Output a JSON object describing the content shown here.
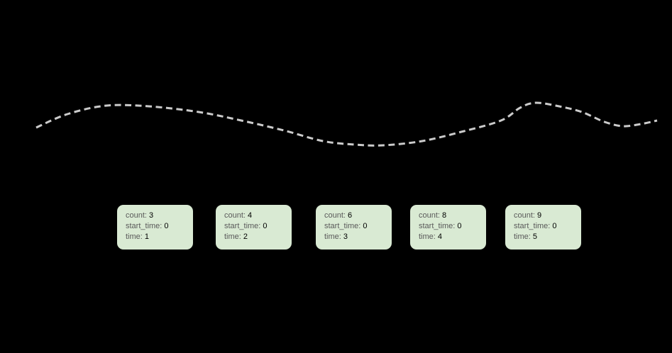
{
  "diagram": {
    "background": "#000000",
    "curve": {
      "color": "#cbcbcb",
      "thickness": 3,
      "dash_pattern": "9 5.5",
      "points": [
        [
          51,
          180
        ],
        [
          95,
          161
        ],
        [
          150,
          149
        ],
        [
          210,
          150
        ],
        [
          280,
          158
        ],
        [
          340,
          170
        ],
        [
          400,
          184
        ],
        [
          455,
          199
        ],
        [
          500,
          204
        ],
        [
          540,
          205
        ],
        [
          595,
          199
        ],
        [
          650,
          186
        ],
        [
          706,
          170
        ],
        [
          733,
          152
        ],
        [
          755,
          145
        ],
        [
          788,
          150
        ],
        [
          820,
          158
        ],
        [
          852,
          172
        ],
        [
          878,
          178
        ],
        [
          903,
          175
        ],
        [
          926,
          170
        ]
      ]
    },
    "card_style": {
      "fill": "#d9ead3",
      "label_color": "#595959",
      "value_color": "#000000"
    },
    "labels": {
      "count": "count:",
      "start_time": "start_time:",
      "time": "time:"
    },
    "cards": [
      {
        "count": "3",
        "start_time": "0",
        "time": "1"
      },
      {
        "count": "4",
        "start_time": "0",
        "time": "2"
      },
      {
        "count": "6",
        "start_time": "0",
        "time": "3"
      },
      {
        "count": "8",
        "start_time": "0",
        "time": "4"
      },
      {
        "count": "9",
        "start_time": "0",
        "time": "5"
      }
    ]
  }
}
